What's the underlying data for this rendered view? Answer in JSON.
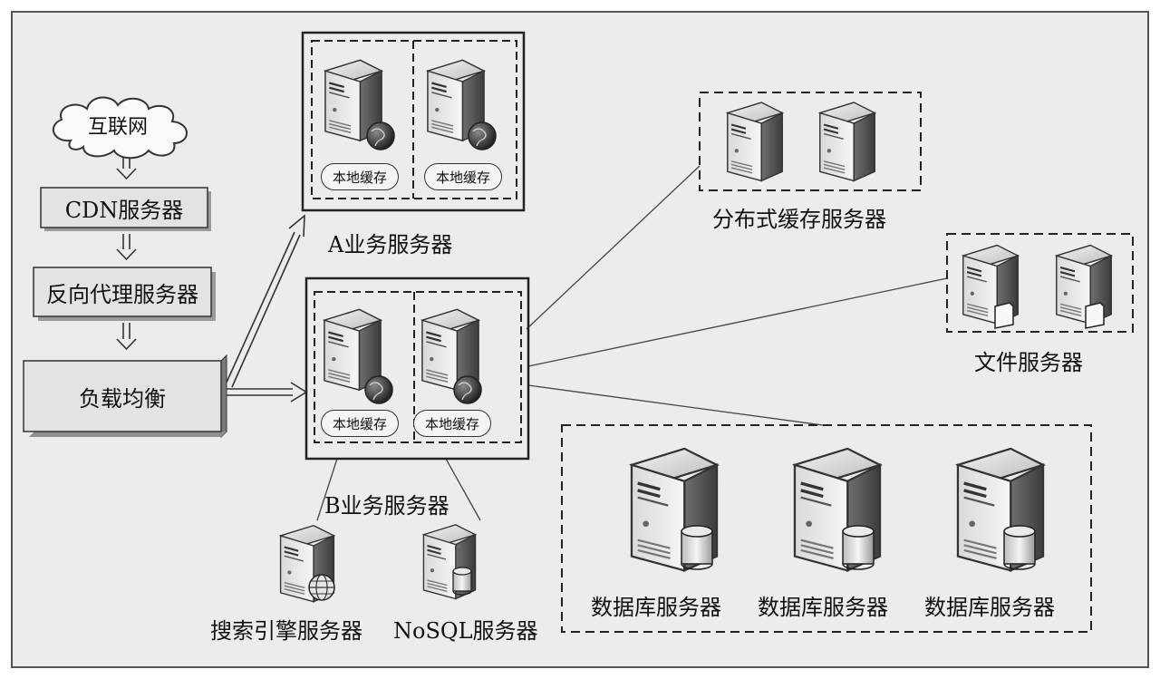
{
  "internet": "互联网",
  "cdn": "CDN服务器",
  "reverse_proxy": "反向代理服务器",
  "load_balancer": "负载均衡",
  "server_a": {
    "label": "A业务服务器",
    "caches": [
      "本地缓存",
      "本地缓存"
    ]
  },
  "server_b": {
    "label": "B业务服务器",
    "caches": [
      "本地缓存",
      "本地缓存"
    ]
  },
  "distributed_cache": "分布式缓存服务器",
  "file_server": "文件服务器",
  "databases": [
    "数据库服务器",
    "数据库服务器",
    "数据库服务器"
  ],
  "search_engine": "搜索引擎服务器",
  "nosql": "NoSQL服务器"
}
